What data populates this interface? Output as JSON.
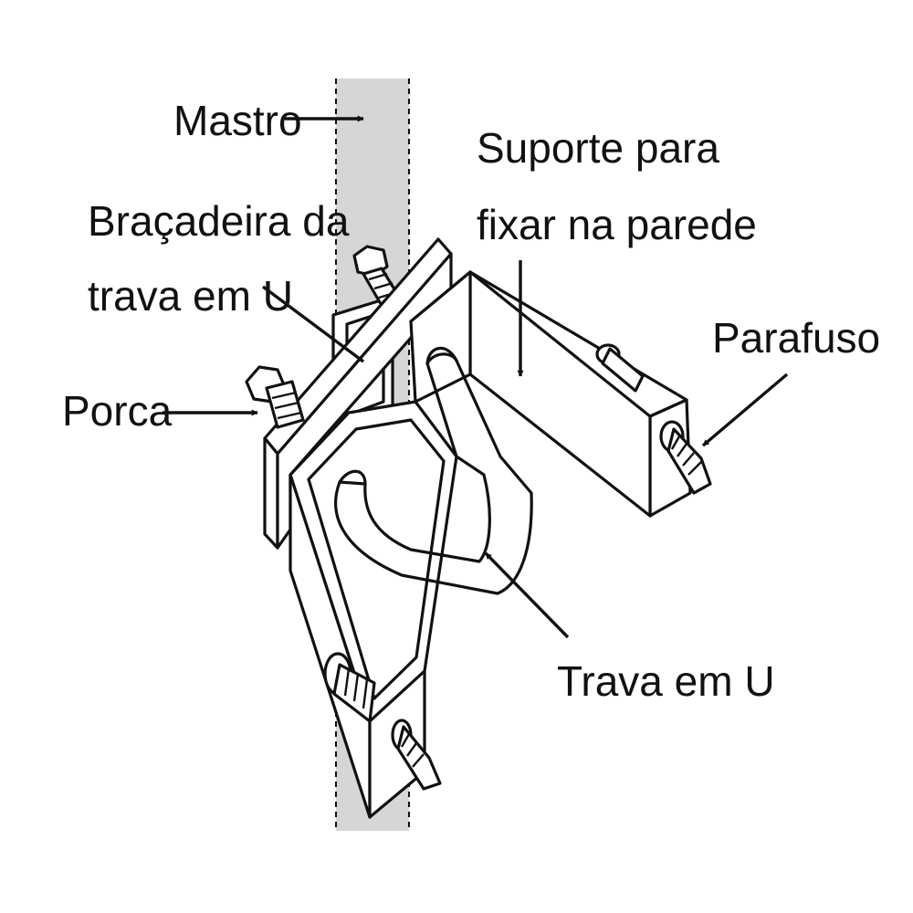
{
  "labels": {
    "mastro": "Mastro",
    "suporte_l1": "Suporte para",
    "suporte_l2": "fixar na parede",
    "bracadeira_l1": "Braçadeira da",
    "bracadeira_l2": "trava em U",
    "porca": "Porca",
    "parafuso": "Parafuso",
    "trava": "Trava em U"
  },
  "colors": {
    "mast": "#d6d6d6",
    "line": "#111111",
    "background": "#ffffff"
  }
}
